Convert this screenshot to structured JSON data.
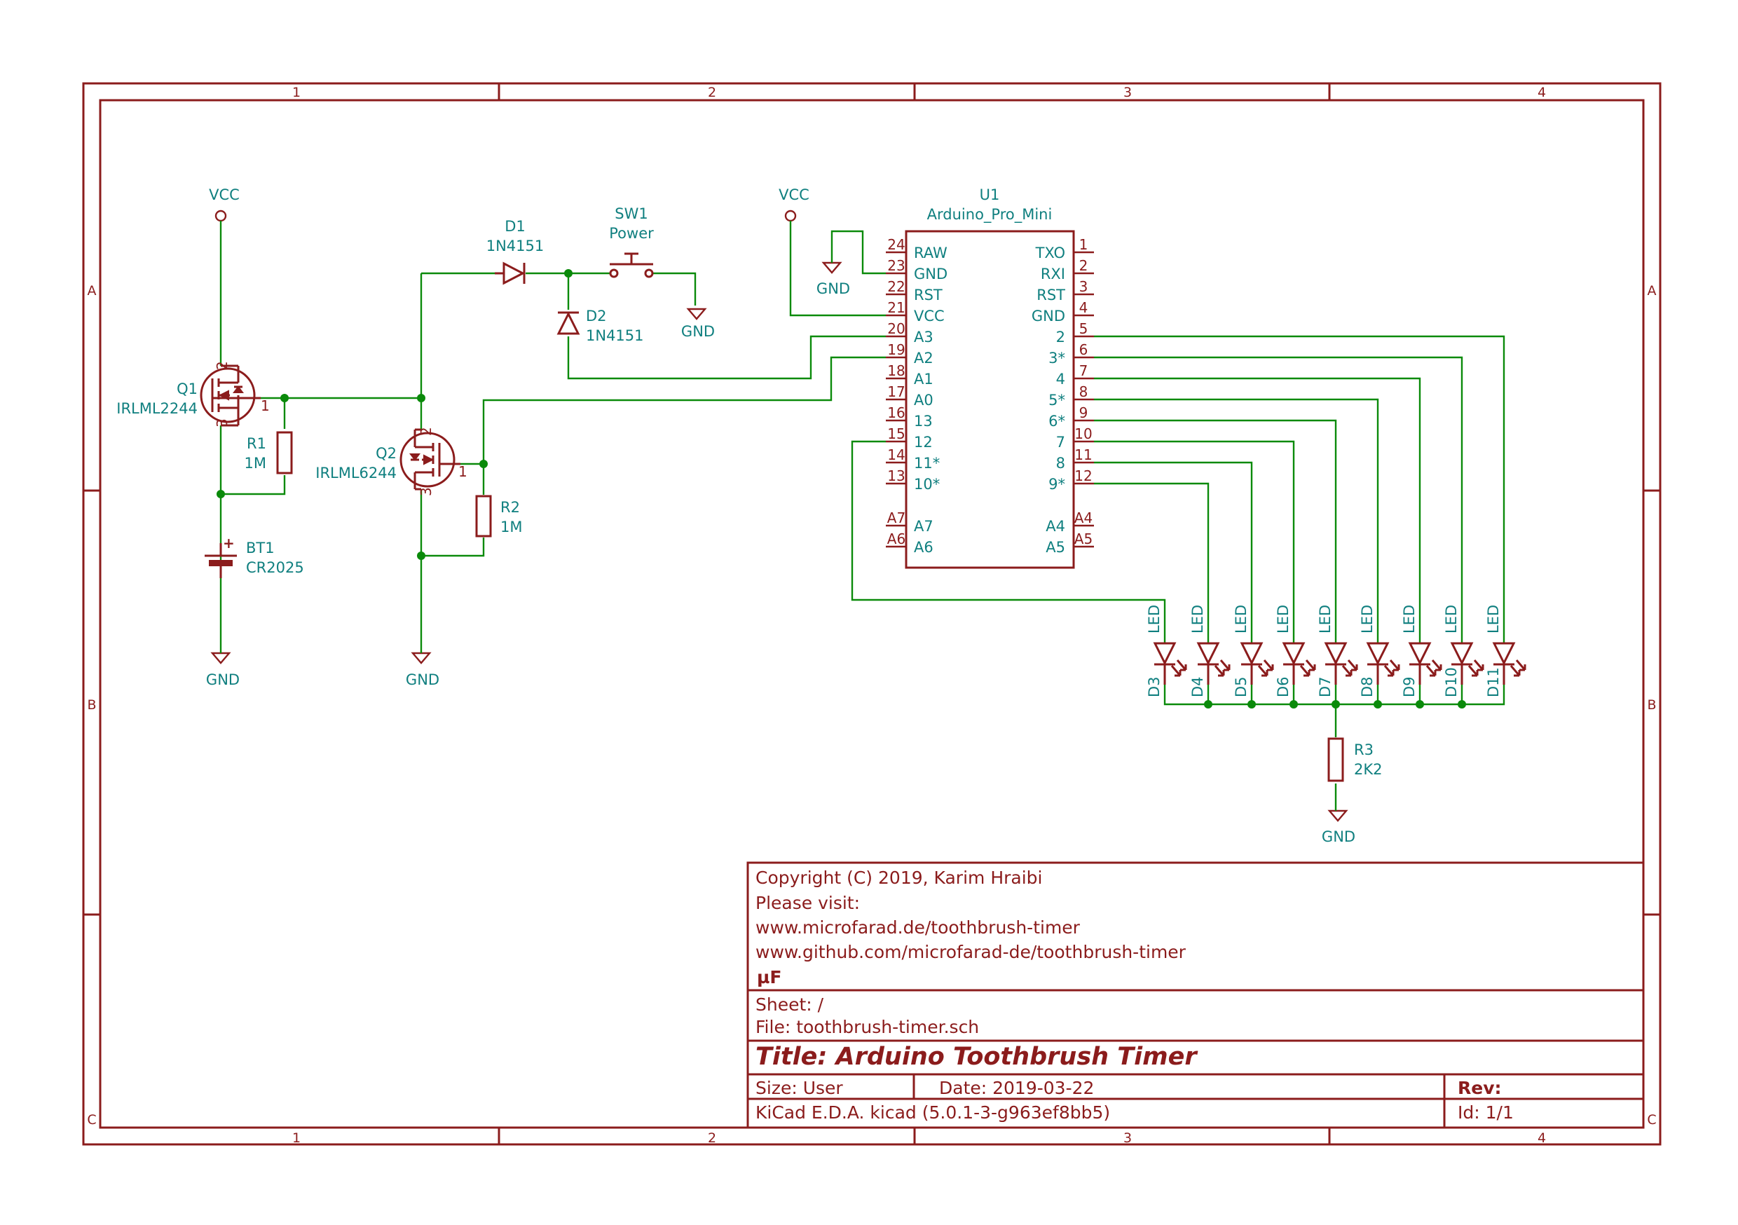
{
  "sheet": {
    "columns": [
      "1",
      "2",
      "3",
      "4"
    ],
    "rows": [
      "A",
      "B",
      "C"
    ]
  },
  "power": {
    "vcc": "VCC",
    "gnd": "GND"
  },
  "components": {
    "q1": {
      "ref": "Q1",
      "value": "IRLML2244",
      "pins": [
        "1",
        "2",
        "3"
      ]
    },
    "q2": {
      "ref": "Q2",
      "value": "IRLML6244",
      "pins": [
        "1",
        "2",
        "3"
      ]
    },
    "r1": {
      "ref": "R1",
      "value": "1M"
    },
    "r2": {
      "ref": "R2",
      "value": "1M"
    },
    "r3": {
      "ref": "R3",
      "value": "2K2"
    },
    "bt1": {
      "ref": "BT1",
      "value": "CR2025",
      "plus": "+"
    },
    "d1": {
      "ref": "D1",
      "value": "1N4151"
    },
    "d2": {
      "ref": "D2",
      "value": "1N4151"
    },
    "sw1": {
      "ref": "SW1",
      "value": "Power"
    },
    "u1": {
      "ref": "U1",
      "value": "Arduino_Pro_Mini",
      "left_pins": [
        {
          "num": "24",
          "name": "RAW"
        },
        {
          "num": "23",
          "name": "GND"
        },
        {
          "num": "22",
          "name": "RST"
        },
        {
          "num": "21",
          "name": "VCC"
        },
        {
          "num": "20",
          "name": "A3"
        },
        {
          "num": "19",
          "name": "A2"
        },
        {
          "num": "18",
          "name": "A1"
        },
        {
          "num": "17",
          "name": "A0"
        },
        {
          "num": "16",
          "name": "13"
        },
        {
          "num": "15",
          "name": "12"
        },
        {
          "num": "14",
          "name": "11*"
        },
        {
          "num": "13",
          "name": "10*"
        },
        {
          "num": "A7",
          "name": "A7"
        },
        {
          "num": "A6",
          "name": "A6"
        }
      ],
      "right_pins": [
        {
          "num": "1",
          "name": "TXO"
        },
        {
          "num": "2",
          "name": "RXI"
        },
        {
          "num": "3",
          "name": "RST"
        },
        {
          "num": "4",
          "name": "GND"
        },
        {
          "num": "5",
          "name": "2"
        },
        {
          "num": "6",
          "name": "3*"
        },
        {
          "num": "7",
          "name": "4"
        },
        {
          "num": "8",
          "name": "5*"
        },
        {
          "num": "9",
          "name": "6*"
        },
        {
          "num": "10",
          "name": "7"
        },
        {
          "num": "11",
          "name": "8"
        },
        {
          "num": "12",
          "name": "9*"
        },
        {
          "num": "A4",
          "name": "A4"
        },
        {
          "num": "A5",
          "name": "A5"
        }
      ]
    },
    "leds": [
      {
        "ref": "D3",
        "value": "LED"
      },
      {
        "ref": "D4",
        "value": "LED"
      },
      {
        "ref": "D5",
        "value": "LED"
      },
      {
        "ref": "D6",
        "value": "LED"
      },
      {
        "ref": "D7",
        "value": "LED"
      },
      {
        "ref": "D8",
        "value": "LED"
      },
      {
        "ref": "D9",
        "value": "LED"
      },
      {
        "ref": "D10",
        "value": "LED"
      },
      {
        "ref": "D11",
        "value": "LED"
      }
    ]
  },
  "title_block": {
    "comment1": "Copyright (C) 2019, Karim Hraibi",
    "comment2": "Please visit:",
    "comment3": "www.microfarad.de/toothbrush-timer",
    "comment4": "www.github.com/microfarad-de/toothbrush-timer",
    "logo": "µF",
    "sheet": "Sheet: /",
    "file": "File: toothbrush-timer.sch",
    "title": "Title: Arduino Toothbrush Timer",
    "size": "Size: User",
    "date": "Date: 2019-03-22",
    "rev": "Rev:",
    "tool": "KiCad E.D.A.  kicad (5.0.1-3-g963ef8bb5)",
    "id": "Id: 1/1"
  },
  "colors": {
    "component": "#8b1c1c",
    "wire": "#0a8a0a",
    "label": "#0f7f7f",
    "background": "#ffffff"
  }
}
